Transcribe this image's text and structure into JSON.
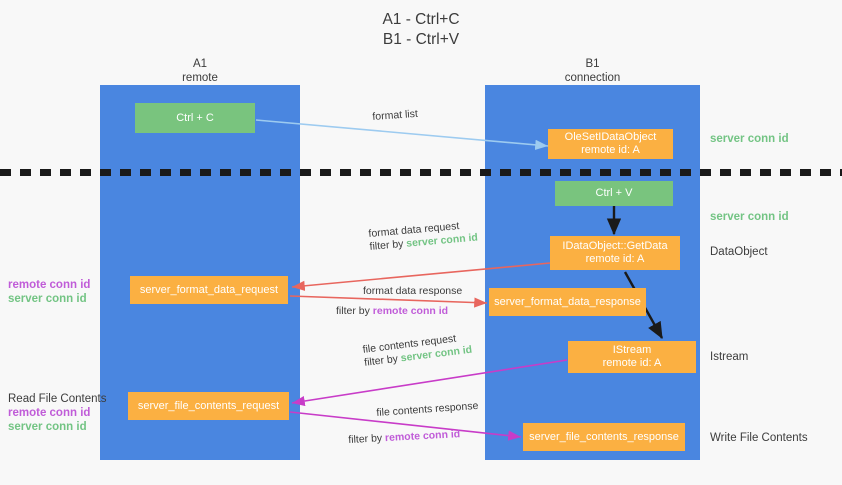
{
  "title": {
    "line1": "A1 - Ctrl+C",
    "line2": "B1 - Ctrl+V"
  },
  "colors": {
    "lane": "#4a86e0",
    "green_box": "#79c47e",
    "orange_box": "#fbb042",
    "server_conn_id": "#73c484",
    "remote_conn_id": "#c05cd8",
    "arrow_light_blue": "#9dcbf0",
    "arrow_red": "#e8665e",
    "arrow_magenta": "#c83cc8",
    "arrow_black": "#1a1a1a",
    "divider": "#1a1a1a",
    "background": "#f8f8f8"
  },
  "lanes": [
    {
      "id": "a1",
      "header_line1": "A1",
      "header_line2": "remote"
    },
    {
      "id": "b1",
      "header_line1": "B1",
      "header_line2": "connection"
    }
  ],
  "nodes": [
    {
      "id": "ctrl-c",
      "label_line1": "Ctrl + C",
      "label_line2": "",
      "style": "green"
    },
    {
      "id": "register-idataobject",
      "label_line1": "OleSetIDataObject",
      "label_line2": "remote id: A",
      "style": "orange"
    },
    {
      "id": "ctrl-v",
      "label_line1": "Ctrl + V",
      "label_line2": "",
      "style": "green"
    },
    {
      "id": "idataobject-getdata",
      "label_line1": "IDataObject::GetData",
      "label_line2": "remote id: A",
      "style": "orange"
    },
    {
      "id": "server-format-data-request",
      "label_line1": "server_format_data_request",
      "label_line2": "",
      "style": "orange"
    },
    {
      "id": "server-format-data-response",
      "label_line1": "server_format_data_response",
      "label_line2": "",
      "style": "orange"
    },
    {
      "id": "istream",
      "label_line1": "IStream",
      "label_line2": "remote id: A",
      "style": "orange"
    },
    {
      "id": "server-file-contents-request",
      "label_line1": "server_file_contents_request",
      "label_line2": "",
      "style": "orange"
    },
    {
      "id": "server-file-contents-response",
      "label_line1": "server_file_contents_response",
      "label_line2": "",
      "style": "orange"
    }
  ],
  "edge_labels": {
    "format_list": "format list",
    "format_data_request": "format data request",
    "format_data_request_filter_prefix": "filter by ",
    "format_data_request_filter_value": "server conn id",
    "format_data_response": "format data response",
    "format_data_response_filter_prefix": "filter by ",
    "format_data_response_filter_value": "remote conn id",
    "file_contents_request": "file contents request",
    "file_contents_request_filter_prefix": "filter by ",
    "file_contents_request_filter_value": "server conn id",
    "file_contents_response": "file contents response",
    "file_contents_response_filter_prefix": "filter by ",
    "file_contents_response_filter_value": "remote conn id"
  },
  "right_annotations": [
    {
      "id": "server-conn-id-1",
      "text": "server conn id",
      "style": "green"
    },
    {
      "id": "server-conn-id-2",
      "text": "server conn id",
      "style": "green"
    },
    {
      "id": "dataobject",
      "text": "DataObject",
      "style": "plain"
    },
    {
      "id": "istream-label",
      "text": "Istream",
      "style": "plain"
    },
    {
      "id": "write-file",
      "text": "Write File Contents",
      "style": "plain"
    }
  ],
  "left_annotations": [
    {
      "id": "format-conn-ids",
      "heading": "",
      "remote_line": "remote conn id",
      "server_line": "server conn id"
    },
    {
      "id": "read-file-contents",
      "heading": "Read File Contents",
      "remote_line": "remote conn id",
      "server_line": "server conn id"
    }
  ]
}
